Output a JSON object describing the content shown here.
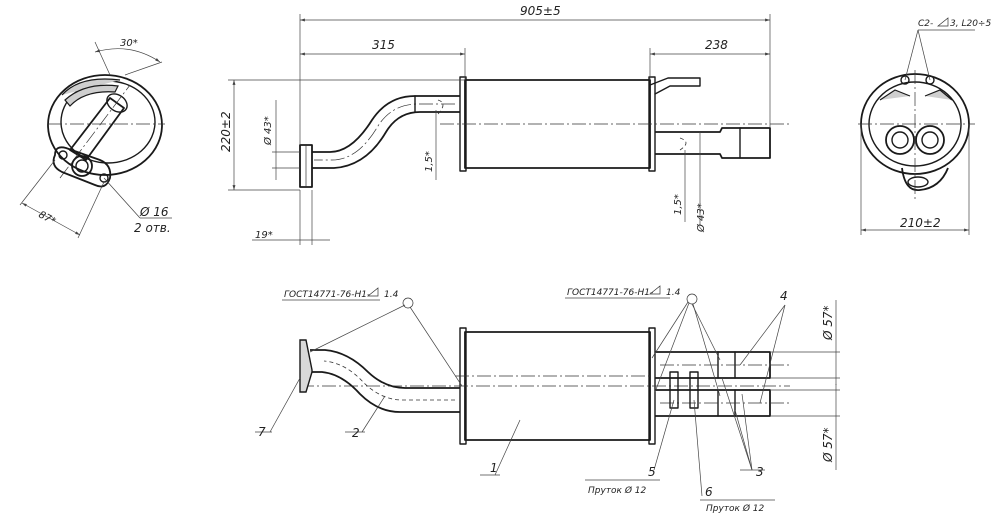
{
  "dimensions": {
    "overall_length": "905±5",
    "inlet_length": "315",
    "outlet_length": "238",
    "height": "220±2",
    "inlet_pipe_dia": "Ø 43*",
    "outlet_pipe_dia": "Ø 43*",
    "inlet_angle": "1,5*",
    "outlet_angle": "1,5*",
    "flange_offset": "19*",
    "flange_angle": "30*",
    "flange_spacing": "87*",
    "hole_dia": "Ø 16",
    "hole_count": "2 отв.",
    "width": "210±2",
    "weld_spec": "C2-",
    "weld_detail": "3, L20÷5",
    "tip_dia_upper": "Ø 57*",
    "tip_dia_lower": "Ø 57*"
  },
  "weld_notes": {
    "left": {
      "standard": "ГОСТ14771-76-Н1-",
      "size": "1.4"
    },
    "right": {
      "standard": "ГОСТ14771-76-Н1-",
      "size": "1.4"
    }
  },
  "parts": {
    "p1": "1",
    "p2": "2",
    "p3": "3",
    "p4": "4",
    "p5": "5",
    "p6": "6",
    "p7": "7"
  },
  "part_notes": {
    "rod5": "Пруток Ø 12",
    "rod6": "Пруток Ø 12"
  }
}
